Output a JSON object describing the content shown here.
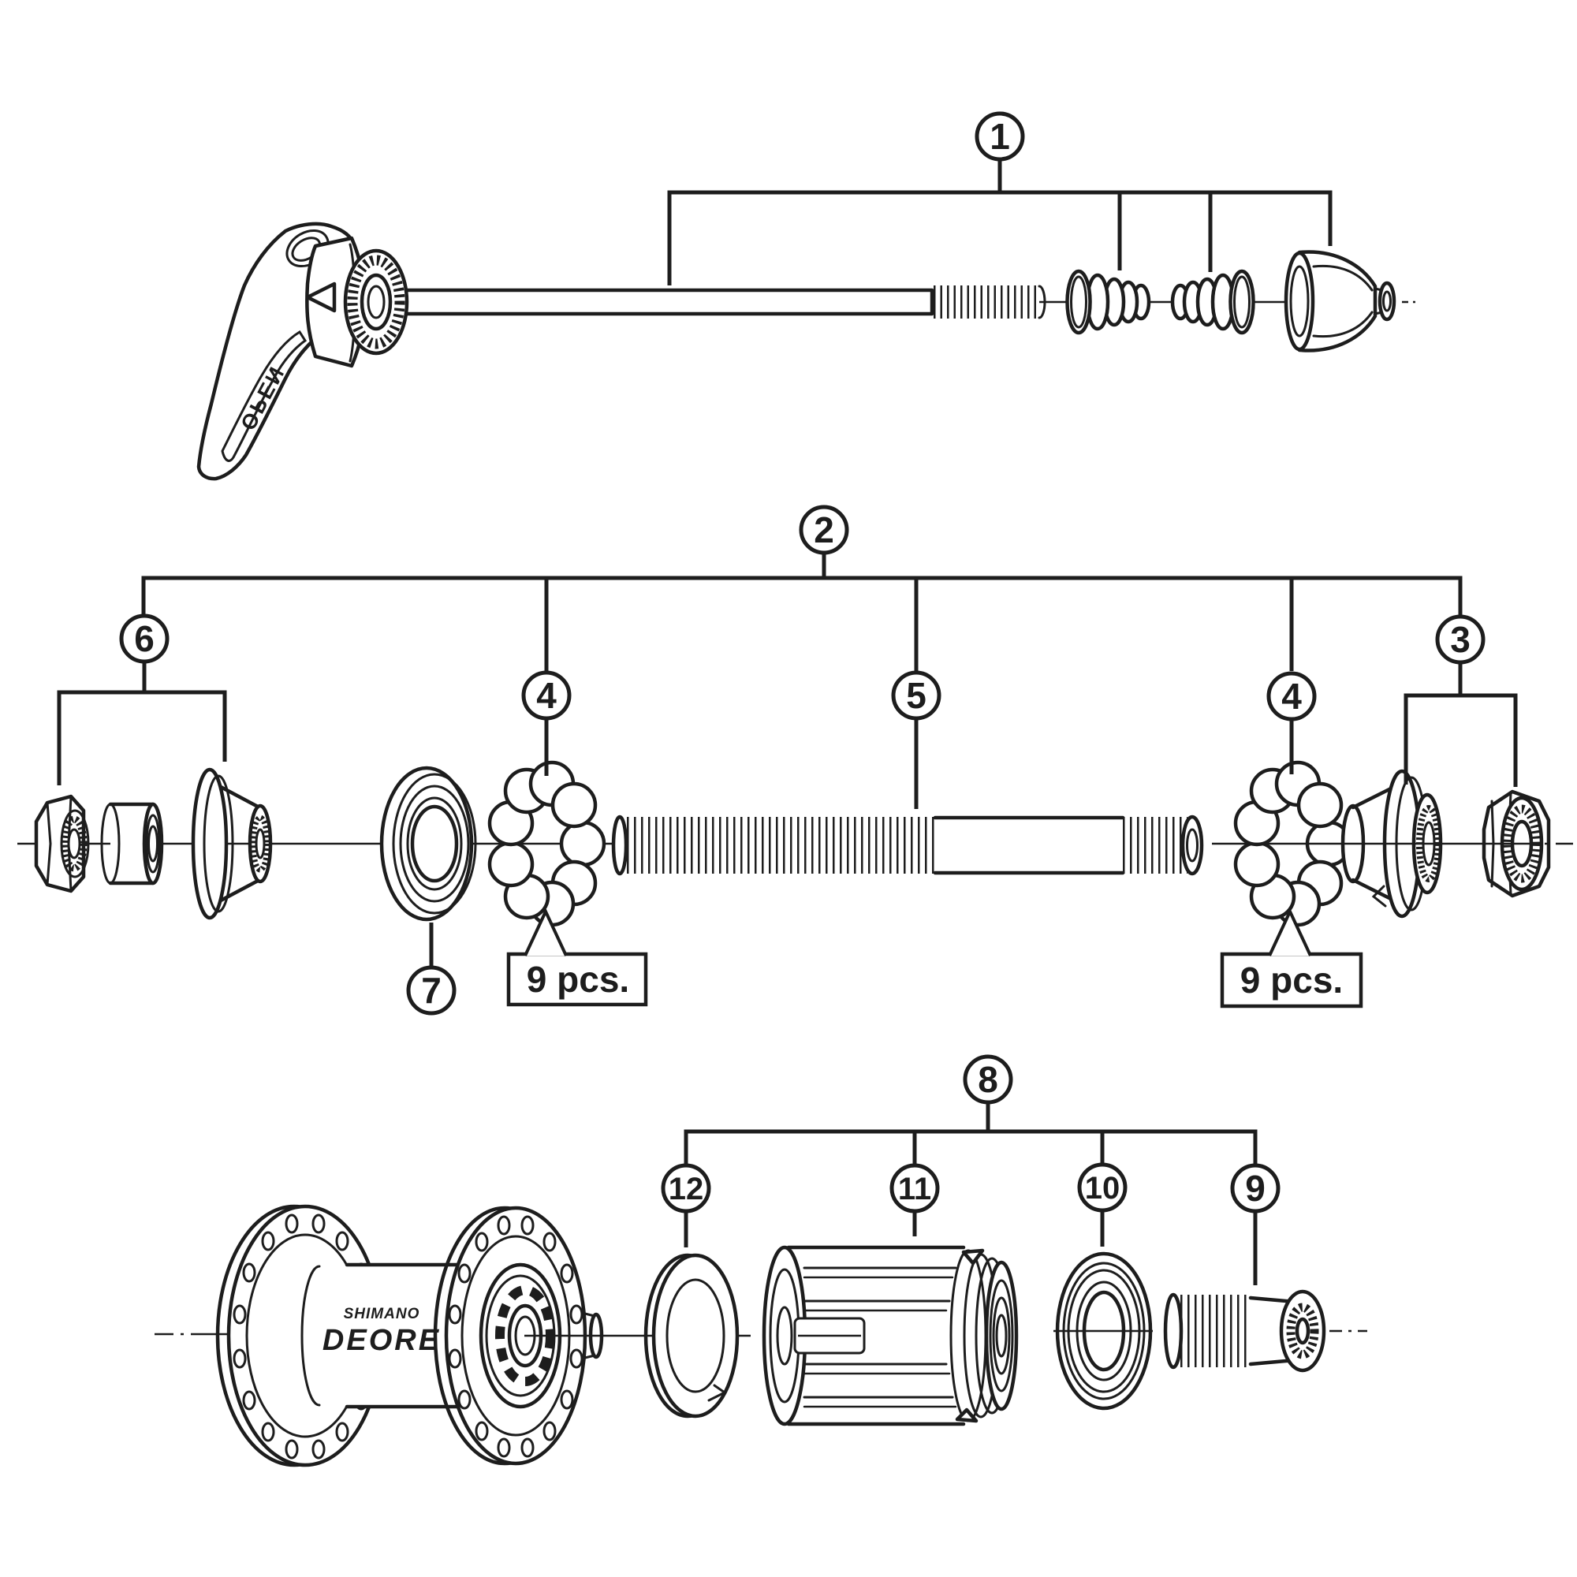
{
  "diagram": {
    "type": "exploded-parts-diagram",
    "subject": "bicycle-hub-and-quick-release",
    "background": "#ffffff",
    "line_color": "#1d1d1d",
    "callouts": {
      "1": "1",
      "2": "2",
      "3": "3",
      "4": "4",
      "5": "5",
      "6": "6",
      "7": "7",
      "8": "8",
      "9": "9",
      "10": "10",
      "11": "11",
      "12": "12"
    },
    "quantity_labels": {
      "left": "9 pcs.",
      "right": "9 pcs."
    },
    "markings": {
      "lever": "OPEN",
      "hub_brand": "SHIMANO",
      "hub_series": "DEORE"
    }
  }
}
